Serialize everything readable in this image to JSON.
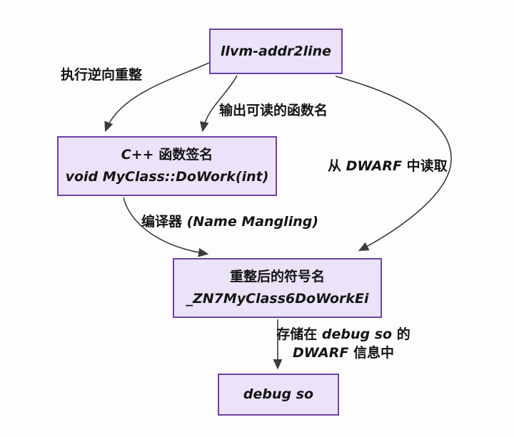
{
  "style": {
    "node_fill": "#ebe3f9",
    "node_border": "#6d41a8",
    "arrow_color": "#3b3b3b",
    "text_color": "#141414",
    "background": "#fdfdfe"
  },
  "diagram": {
    "nodes": {
      "tool": {
        "title": "llvm-addr2line"
      },
      "signature": {
        "line1_code": "C++",
        "line1_text": " 函数签名",
        "line2": "void MyClass::DoWork(int)"
      },
      "mangled": {
        "line1": "重整后的符号名",
        "line2": "_ZN7MyClass6DoWorkEi"
      },
      "debug": {
        "title": "debug so"
      }
    },
    "edges": {
      "demangle": {
        "label": "执行逆向重整"
      },
      "readable": {
        "label": "输出可读的函数名"
      },
      "dwarf_read": {
        "prefix": "从 ",
        "code": "DWARF",
        "suffix": " 中读取"
      },
      "mangling": {
        "prefix": "编译器 ",
        "code": "(Name Mangling)"
      },
      "store": {
        "line1_prefix": "存储在 ",
        "line1_code": "debug so",
        "line1_suffix": " 的",
        "line2_code": "DWARF",
        "line2_suffix": " 信息中"
      }
    }
  }
}
